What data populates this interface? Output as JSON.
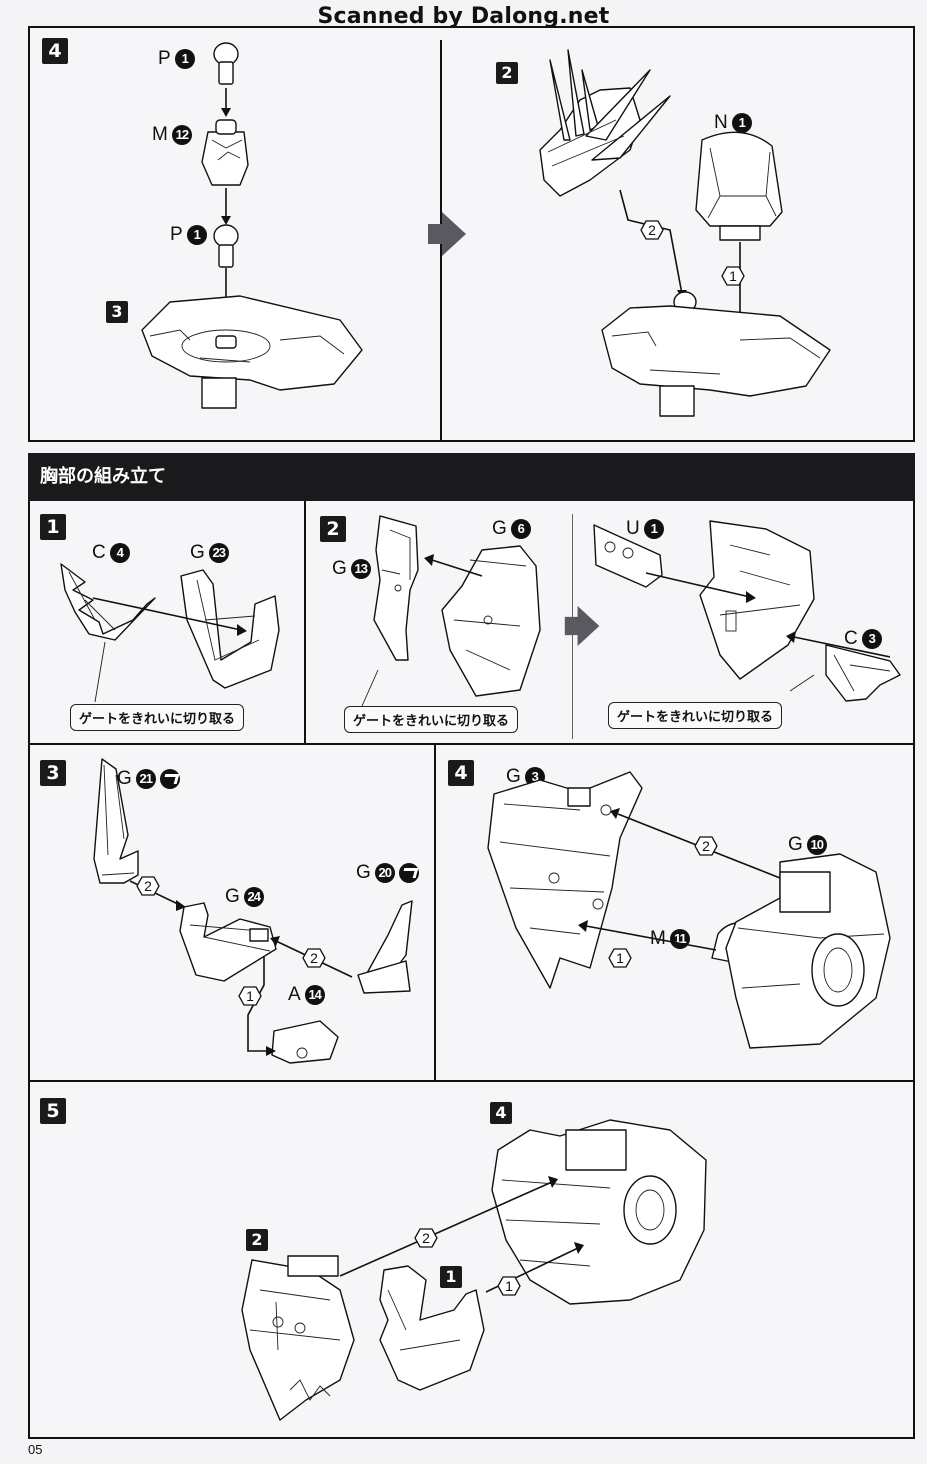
{
  "watermark": "Scanned by Dalong.net",
  "page_number": "05",
  "section_title": "胸部の組み立て",
  "gate_note": "ゲートをきれいに切り取る",
  "top_step": {
    "step": "4",
    "left": {
      "parts": [
        {
          "runner": "P",
          "num": "1"
        },
        {
          "runner": "M",
          "num": "12"
        },
        {
          "runner": "P",
          "num": "1"
        }
      ],
      "base_ref": "3"
    },
    "right": {
      "head_ref": "2",
      "seat": {
        "runner": "N",
        "num": "1"
      },
      "orders": [
        "2",
        "1"
      ]
    }
  },
  "chest_steps": {
    "step1": {
      "step": "1",
      "parts": [
        {
          "runner": "C",
          "num": "4"
        },
        {
          "runner": "G",
          "num": "23"
        }
      ]
    },
    "step2": {
      "step": "2",
      "parts": [
        {
          "runner": "G",
          "num": "13"
        },
        {
          "runner": "G",
          "num": "6"
        }
      ],
      "after_parts": [
        {
          "runner": "U",
          "num": "1"
        },
        {
          "runner": "C",
          "num": "3"
        }
      ]
    },
    "step3": {
      "step": "3",
      "parts": [
        {
          "runner": "G",
          "num": "21",
          "seal": true
        },
        {
          "runner": "G",
          "num": "24"
        },
        {
          "runner": "G",
          "num": "20",
          "seal": true
        },
        {
          "runner": "A",
          "num": "14"
        }
      ],
      "orders": [
        "2",
        "2",
        "1"
      ]
    },
    "step4": {
      "step": "4",
      "parts": [
        {
          "runner": "G",
          "num": "3"
        },
        {
          "runner": "G",
          "num": "10"
        },
        {
          "runner": "M",
          "num": "11"
        }
      ],
      "orders": [
        "2",
        "1"
      ]
    },
    "step5": {
      "step": "5",
      "refs": [
        "4",
        "2",
        "1"
      ],
      "orders": [
        "2",
        "1"
      ]
    }
  }
}
